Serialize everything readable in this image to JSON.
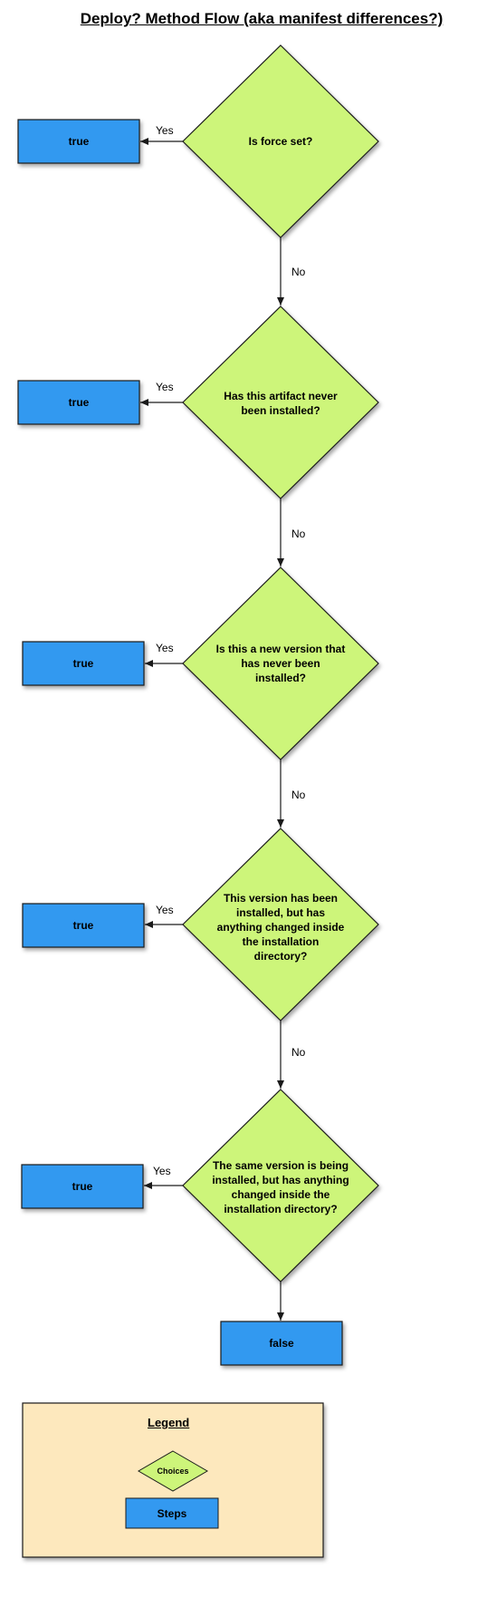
{
  "title": "Deploy? Method Flow (aka manifest  differences?)",
  "colors": {
    "decision_fill": "#cdf57a",
    "step_fill": "#3399f0",
    "legend_fill": "#fde8bd",
    "stroke": "#1a1a1a"
  },
  "decisions": [
    {
      "text": "Is force set?",
      "yes_label": "Yes",
      "yes_result": "true",
      "no_label": "No"
    },
    {
      "text": "Has this artifact never been installed?",
      "yes_label": "Yes",
      "yes_result": "true",
      "no_label": "No"
    },
    {
      "text": "Is this a new version that has never been installed?",
      "yes_label": "Yes",
      "yes_result": "true",
      "no_label": "No"
    },
    {
      "text": "This version has been installed, but has anything changed inside the installation directory?",
      "yes_label": "Yes",
      "yes_result": "true",
      "no_label": "No"
    },
    {
      "text": "The same version is being installed, but has anything changed inside the installation directory?",
      "yes_label": "Yes",
      "yes_result": "true",
      "no_label": ""
    }
  ],
  "final_result": "false",
  "legend": {
    "title": "Legend",
    "choices_label": "Choices",
    "steps_label": "Steps"
  }
}
